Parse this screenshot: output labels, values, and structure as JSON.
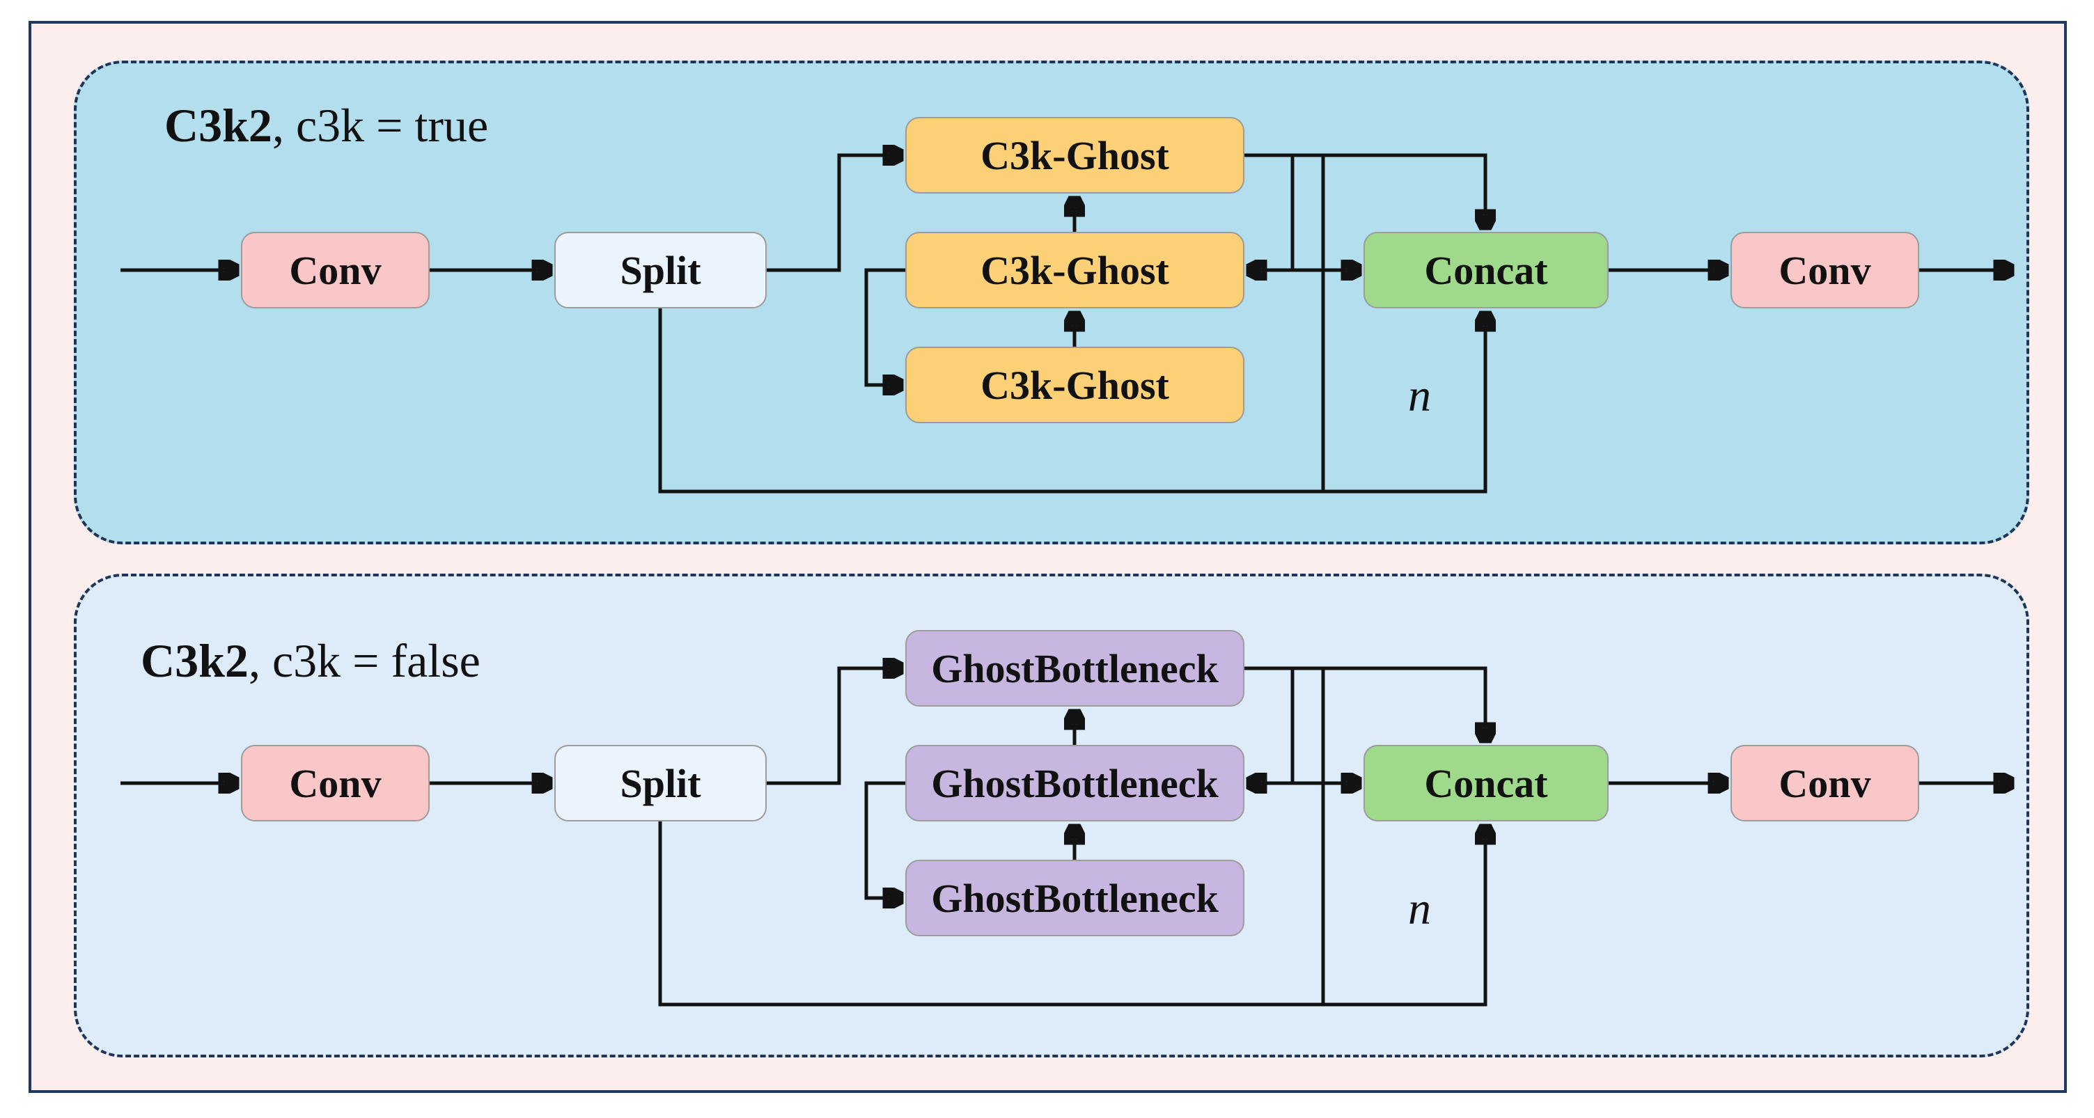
{
  "panels": [
    {
      "id": "c3k2-true",
      "title_bold": "C3k2",
      "title_rest": ", c3k = true",
      "blocks": {
        "conv_in": "Conv",
        "split": "Split",
        "stack": [
          "C3k-Ghost",
          "C3k-Ghost",
          "C3k-Ghost"
        ],
        "concat": "Concat",
        "conv_out": "Conv"
      },
      "repeat_label": "n"
    },
    {
      "id": "c3k2-false",
      "title_bold": "C3k2",
      "title_rest": ", c3k = false",
      "blocks": {
        "conv_in": "Conv",
        "split": "Split",
        "stack": [
          "GhostBottleneck",
          "GhostBottleneck",
          "GhostBottleneck"
        ],
        "concat": "Concat",
        "conv_out": "Conv"
      },
      "repeat_label": "n"
    }
  ],
  "colors": {
    "frame-border": "#1F3864",
    "frame-bg": "#FCEEEC",
    "panel1-bg": "#B2DEED",
    "panel2-bg": "#DEECFA",
    "panel-border": "#1F3557",
    "conv-fill": "#F9C7C7",
    "split-fill": "#EBF3FC",
    "stack1-fill": "#FBD077",
    "stack2-fill": "#C7B7E0",
    "concat-fill": "#9FD98B",
    "box-border": "#9C9C9C",
    "line": "#121212"
  }
}
